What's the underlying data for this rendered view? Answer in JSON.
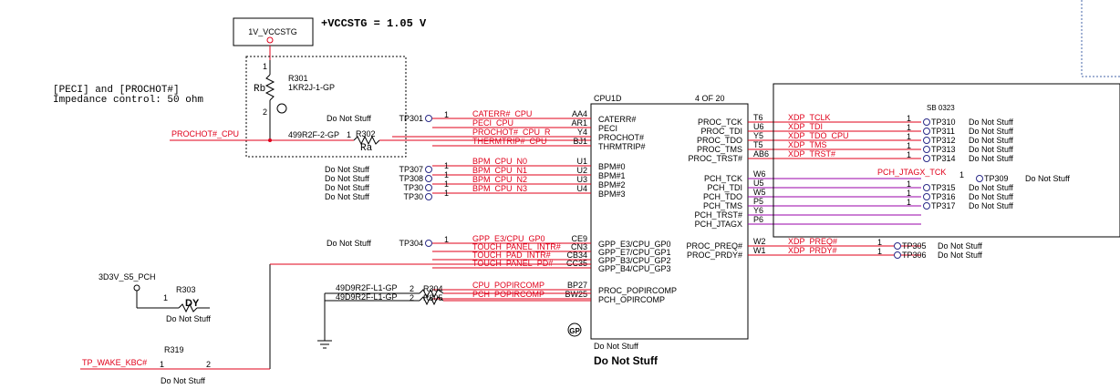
{
  "title": {
    "net_box": "1V_VCCSTG",
    "voltage": "+VCCSTG = 1.05 V"
  },
  "notes": {
    "peci_line1": "[PECI] and [PROCHOT#]",
    "peci_line2": "Impedance control: 50 ohm"
  },
  "resistors": {
    "r301": {
      "ref": "R301",
      "part": "1KR2J-1-GP",
      "label": "Rb",
      "pin1": "1",
      "pin2": "2"
    },
    "r302": {
      "ref": "R302",
      "part": "499R2F-2-GP",
      "label": "Ra",
      "pin1": "1",
      "pin2": "2"
    },
    "r303": {
      "ref": "R303",
      "pin1": "1",
      "dy": "DY",
      "dns": "Do Not Stuff"
    },
    "r304": {
      "ref": "R304",
      "part": "49D9R2F-L1-GP",
      "pin": "2"
    },
    "r305": {
      "ref": "R305",
      "part": "49D9R2F-L1-GP",
      "pin": "2"
    },
    "r319": {
      "ref": "R319",
      "pin1": "1",
      "pin2": "2",
      "dns": "Do Not Stuff"
    }
  },
  "nets_left": {
    "prochot": "PROCHOT#_CPU",
    "power": "3D3V_S5_PCH",
    "wake": "TP_WAKE_KBC#"
  },
  "dns_label": "Do Not Stuff",
  "cpu": {
    "ref": "CPU1D",
    "page": "4 OF 20",
    "footer_small": "Do Not Stuff",
    "footer_big": "Do Not Stuff",
    "left_pins": [
      {
        "net": "CATERR#_CPU",
        "ball": "AA4",
        "name": "CATERR#"
      },
      {
        "net": "PECI_CPU",
        "ball": "AR1",
        "name": "PECI"
      },
      {
        "net": "PROCHOT#_CPU_R",
        "ball": "Y4",
        "name": "PROCHOT#"
      },
      {
        "net": "THERMTRIP#_CPU",
        "ball": "BJ1",
        "name": "THRMTRIP#"
      },
      {
        "net": "BPM_CPU_N0",
        "ball": "U1",
        "name": "BPM#0"
      },
      {
        "net": "BPM_CPU_N1",
        "ball": "U2",
        "name": "BPM#1"
      },
      {
        "net": "BPM_CPU_N2",
        "ball": "U3",
        "name": "BPM#2"
      },
      {
        "net": "BPM_CPU_N3",
        "ball": "U4",
        "name": "BPM#3"
      },
      {
        "net": "GPP_E3/CPU_GP0",
        "ball": "CE9",
        "name": "GPP_E3/CPU_GP0"
      },
      {
        "net": "TOUCH_PANEL_INTR#",
        "ball": "CN3",
        "name": "GPP_E7/CPU_GP1"
      },
      {
        "net": "TOUCH_PAD_INTR#",
        "ball": "CB34",
        "name": "GPP_B3/CPU_GP2"
      },
      {
        "net": "TOUCH_PANEL_PD#",
        "ball": "CC35",
        "name": "GPP_B4/CPU_GP3"
      },
      {
        "net": "CPU_POPIRCOMP",
        "ball": "BP27",
        "name": "PROC_POPIRCOMP"
      },
      {
        "net": "PCH_POPIRCOMP",
        "ball": "BW25",
        "name": "PCH_OPIRCOMP"
      }
    ],
    "right_pins": [
      {
        "name": "PROC_TCK",
        "ball": "T6",
        "net": "XDP_TCLK"
      },
      {
        "name": "PROC_TDI",
        "ball": "U6",
        "net": "XDP_TDI"
      },
      {
        "name": "PROC_TDO",
        "ball": "Y5",
        "net": "XDP_TDO_CPU"
      },
      {
        "name": "PROC_TMS",
        "ball": "T5",
        "net": "XDP_TMS"
      },
      {
        "name": "PROC_TRST#",
        "ball": "AB6",
        "net": "XDP_TRST#"
      },
      {
        "name": "PCH_TCK",
        "ball": "W6",
        "net": ""
      },
      {
        "name": "PCH_TDI",
        "ball": "U5",
        "net": ""
      },
      {
        "name": "PCH_TDO",
        "ball": "W5",
        "net": ""
      },
      {
        "name": "PCH_TMS",
        "ball": "P5",
        "net": ""
      },
      {
        "name": "PCH_TRST#",
        "ball": "Y6",
        "net": ""
      },
      {
        "name": "PCH_JTAGX",
        "ball": "P6",
        "net": ""
      },
      {
        "name": "PROC_PREQ#",
        "ball": "W2",
        "net": "XDP_PREQ#"
      },
      {
        "name": "PROC_PRDY#",
        "ball": "W1",
        "net": "XDP_PRDY#"
      }
    ]
  },
  "testpoints_left": [
    {
      "ref": "TP301",
      "pin": "1"
    },
    {
      "ref": "TP307",
      "pin": "1"
    },
    {
      "ref": "TP308",
      "pin": "1"
    },
    {
      "ref": "TP30",
      "pin": "1"
    },
    {
      "ref": "TP30",
      "pin": "1"
    },
    {
      "ref": "TP304",
      "pin": "1"
    }
  ],
  "testpoints_right": [
    {
      "ref": "TP310",
      "pin": "1"
    },
    {
      "ref": "TP311",
      "pin": "1"
    },
    {
      "ref": "TP312",
      "pin": "1"
    },
    {
      "ref": "TP313",
      "pin": "1"
    },
    {
      "ref": "TP314",
      "pin": "1"
    },
    {
      "ref": "TP309",
      "pin": "1"
    },
    {
      "ref": "TP315",
      "pin": "1"
    },
    {
      "ref": "TP316",
      "pin": "1"
    },
    {
      "ref": "TP317",
      "pin": "1"
    },
    {
      "ref": "TP305",
      "pin": "1"
    },
    {
      "ref": "TP306",
      "pin": "1"
    }
  ],
  "right_box": {
    "sb_note": "SB 0323",
    "jtag_net": "PCH_JTAGX_TCK"
  },
  "gp_mark": "GP"
}
